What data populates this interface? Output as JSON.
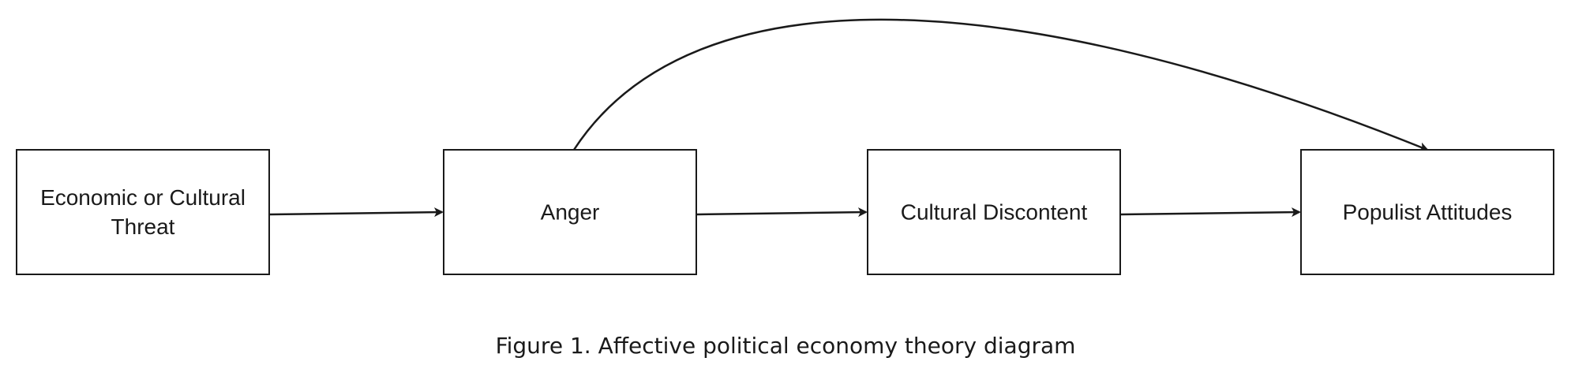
{
  "diagram": {
    "nodes": [
      {
        "id": "threat",
        "label_lines": [
          "Economic or Cultural",
          "Threat"
        ]
      },
      {
        "id": "anger",
        "label_lines": [
          "Anger"
        ]
      },
      {
        "id": "discontent",
        "label_lines": [
          "Cultural Discontent"
        ]
      },
      {
        "id": "populism",
        "label_lines": [
          "Populist Attitudes"
        ]
      }
    ],
    "edges": [
      {
        "from": "threat",
        "to": "anger"
      },
      {
        "from": "anger",
        "to": "discontent"
      },
      {
        "from": "discontent",
        "to": "populism"
      },
      {
        "from": "anger",
        "to": "populism",
        "curved": true
      }
    ]
  },
  "caption": "Figure 1. Affective political economy theory diagram"
}
